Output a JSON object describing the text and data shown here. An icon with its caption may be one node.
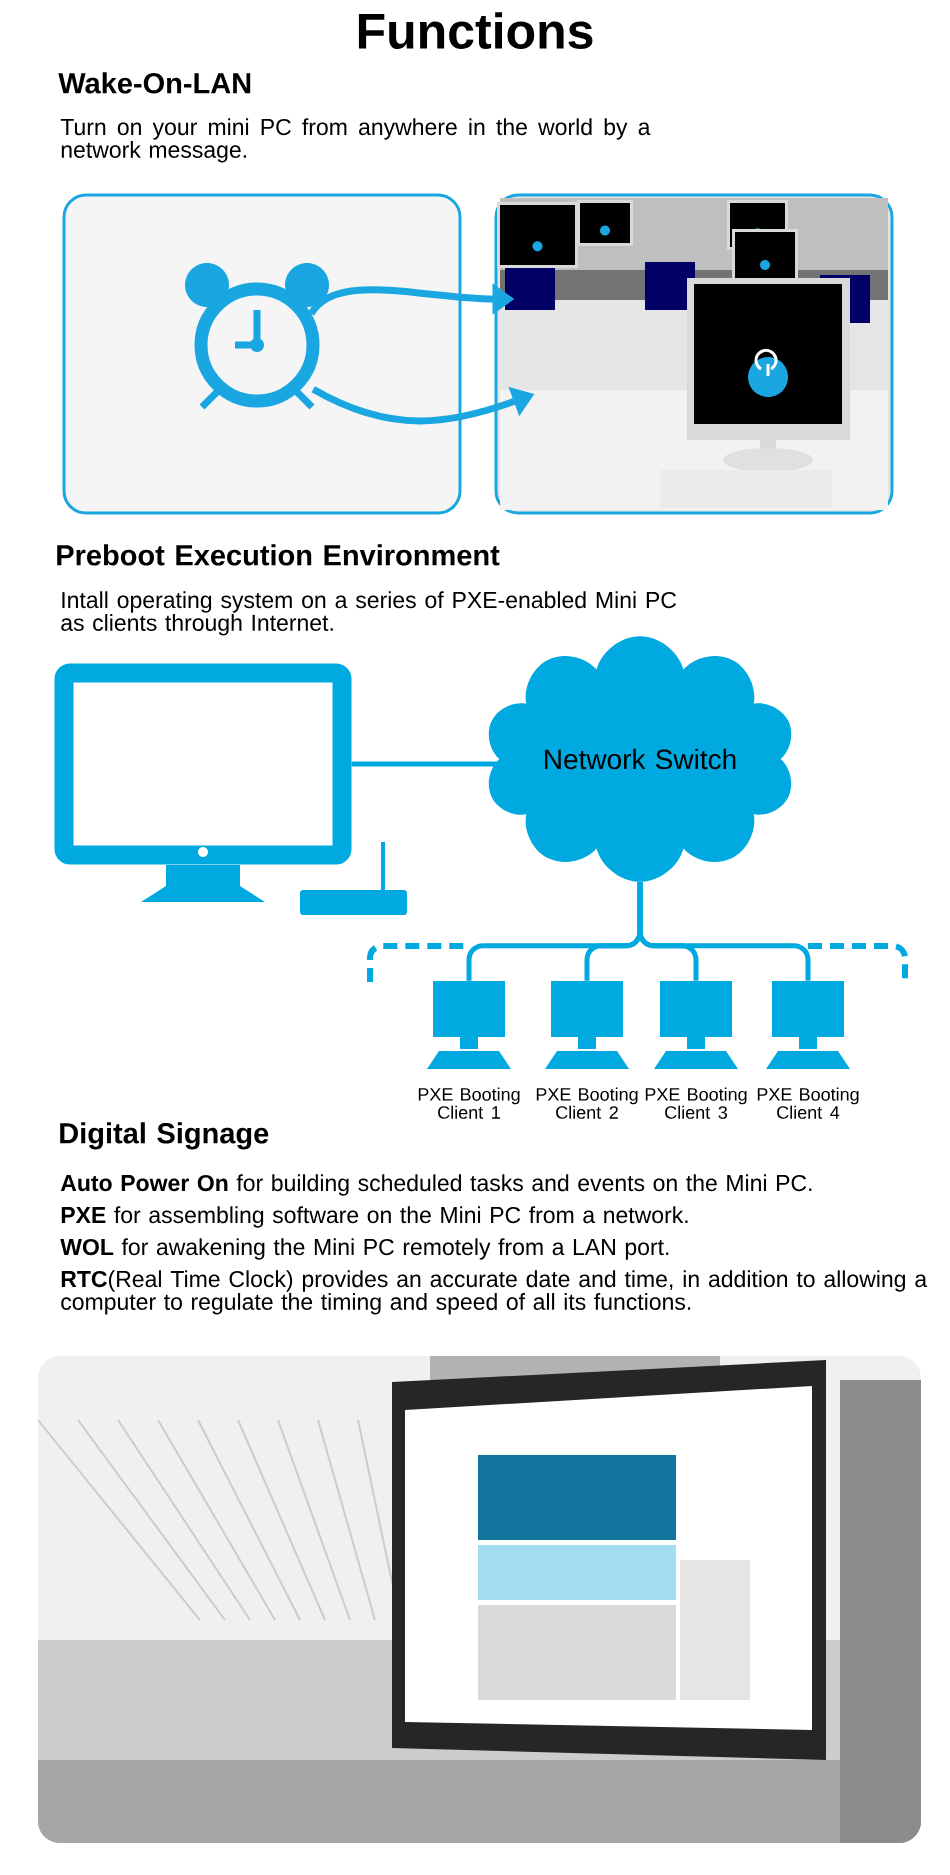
{
  "diagram": {
    "title": "Functions",
    "nodes": [
      {
        "text": [],
        "shape": "picture"
      },
      {
        "text": [],
        "shape": "picture",
        "in": 0
      },
      {
        "text": [],
        "shape": "picture"
      },
      {
        "text": [],
        "shape": "box"
      },
      {
        "text": [
          "Network Switch"
        ]
      },
      {
        "text": [],
        "shape": "box",
        "beside": [
          "PXE Booting Client 1"
        ]
      },
      {
        "text": [],
        "shape": "box",
        "beside": [
          "PXE Booting Client 2"
        ]
      },
      {
        "text": [],
        "shape": "box",
        "beside": [
          "PXE Booting Client 3"
        ]
      },
      {
        "text": [],
        "shape": "box",
        "beside": [
          "PXE Booting Client 4"
        ]
      }
    ],
    "edges": [
      {
        "from": 1,
        "to": 2,
        "arrow": "to"
      },
      {
        "from": 1,
        "to": 2,
        "arrow": "to"
      },
      {
        "from": 3,
        "to": 4,
        "arrow": "none"
      },
      {
        "from": 4,
        "to": 5,
        "arrow": "none"
      },
      {
        "from": 4,
        "to": 6,
        "arrow": "none"
      },
      {
        "from": 4,
        "to": 7,
        "arrow": "none"
      },
      {
        "from": 4,
        "to": 8,
        "arrow": "none"
      }
    ],
    "labels": [
      "Wake-On-LAN",
      "Turn on your mini PC from anywhere in the world by a network message.",
      "Preboot Execution Environment",
      "Intall operating system on a series of PXE-enabled Mini PC as clients through Internet.",
      "Digital Signage",
      "**Auto Power On** for building scheduled tasks and events on the Mini PC.",
      "**PXE** for assembling software on the Mini PC from a network.",
      "**WOL** for awakening the Mini PC remotely from a LAN port.",
      "**RTC**(Real Time Clock) provides an accurate date and time, in addition to allowing a computer to regulate the timing and speed of all its functions."
    ]
  }
}
